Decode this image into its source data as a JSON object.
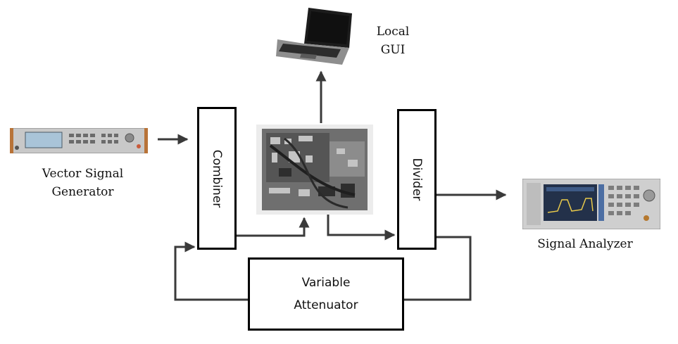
{
  "labels": {
    "local_gui_line1": "Local",
    "local_gui_line2": "GUI",
    "vsg_line1": "Vector Signal",
    "vsg_line2": "Generator",
    "signal_analyzer": "Signal Analyzer",
    "combiner": "Combiner",
    "divider": "Divider",
    "attenuator_line1": "Variable",
    "attenuator_line2": "Attenuator"
  },
  "icons": {
    "laptop": "laptop-icon",
    "signal_generator": "vector-signal-generator-icon",
    "signal_analyzer": "signal-analyzer-icon",
    "circuit_board": "circuit-board-photo"
  },
  "colors": {
    "line": "#3a3a3a",
    "box_border": "#000000"
  }
}
